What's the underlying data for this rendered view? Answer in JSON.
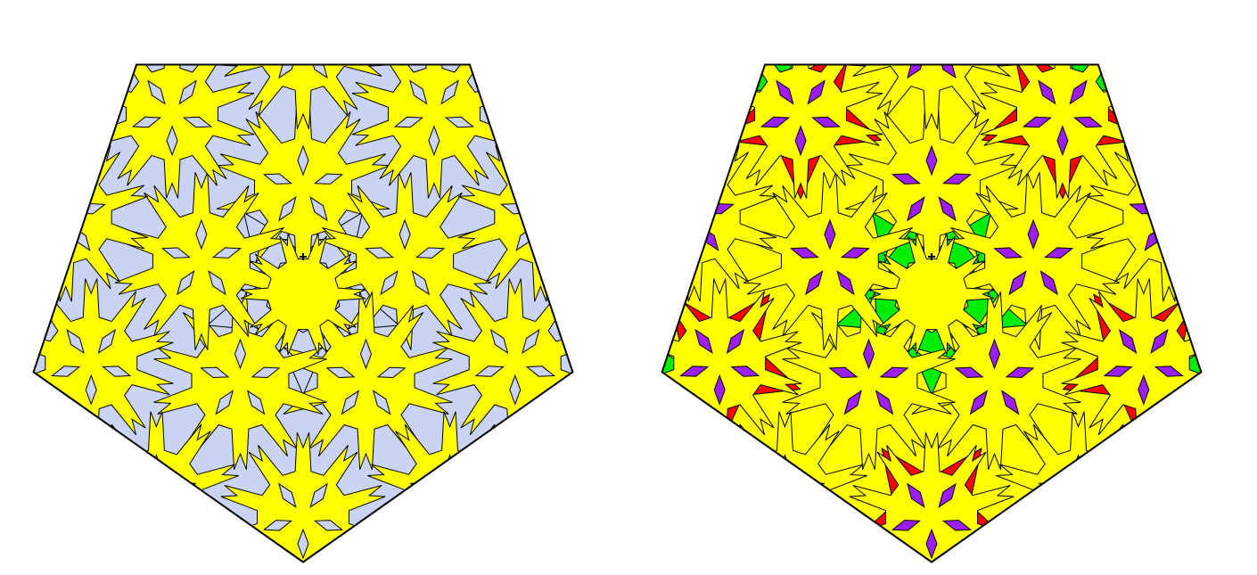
{
  "panels": [
    {
      "id": "left",
      "background_color": "#cbd3f2",
      "motif_color": "#ffff00",
      "outline_color": "#000000",
      "shows_gap_colouring": false
    },
    {
      "id": "right",
      "background_color": "#ffff00",
      "motif_color": "#ffff00",
      "outline_color": "#000000",
      "large_star_color": "#ff0000",
      "medium_star_color": "#00ee00",
      "rhombus_color": "#9b1ff0",
      "shows_gap_colouring": true
    }
  ],
  "tiling": {
    "outer_shape": "regular-pentagon",
    "symmetry": "five-fold",
    "motif_icon": "spiky-flower-tile-icon",
    "center_marker_icon": "small-cross-icon"
  }
}
